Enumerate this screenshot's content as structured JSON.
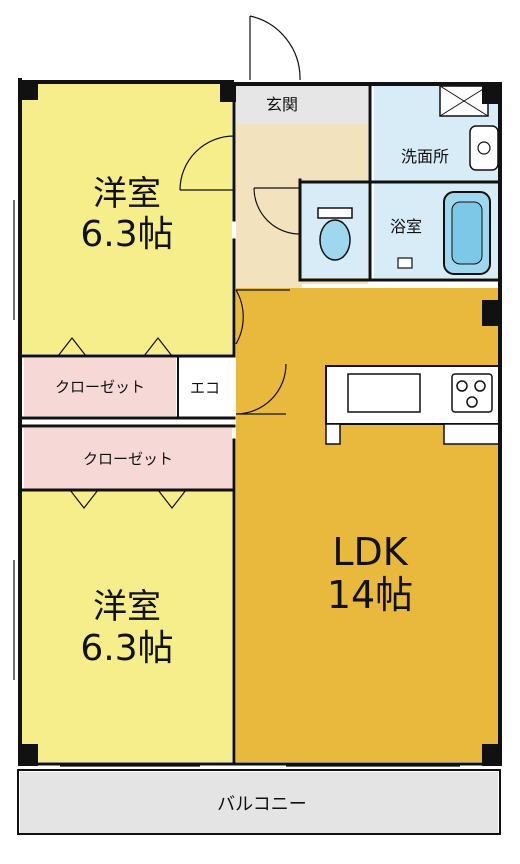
{
  "colors": {
    "western_room": "#f6ee8a",
    "ldk": "#e8b93c",
    "entrance_floor": "#f3e2be",
    "wet_area": "#d8ecf7",
    "closet": "#f6d8d6",
    "balcony": "#e4e4e4",
    "wall": "#111111"
  },
  "rooms": {
    "western_room_1": {
      "name": "洋室",
      "size": "6.3帖"
    },
    "western_room_2": {
      "name": "洋室",
      "size": "6.3帖"
    },
    "ldk": {
      "name": "LDK",
      "size": "14帖"
    },
    "closet_1": "クローゼット",
    "closet_2": "クローゼット",
    "eco": "エコ",
    "entrance": "玄関",
    "washroom": "洗面所",
    "bathroom": "浴室",
    "balcony": "バルコニー"
  }
}
